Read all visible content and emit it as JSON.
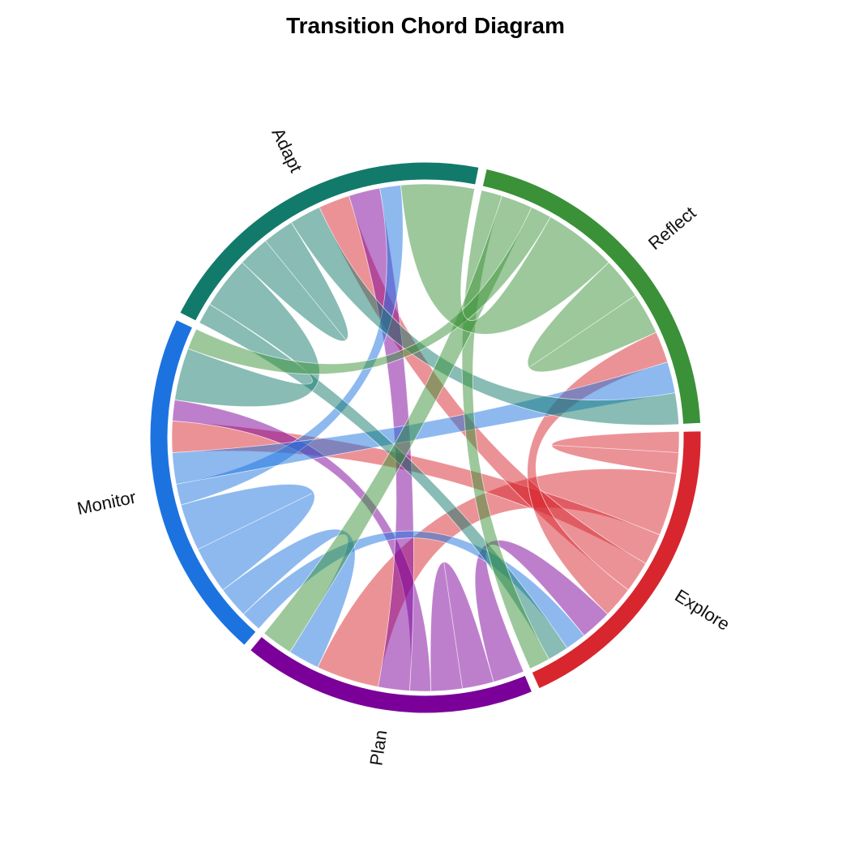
{
  "title": "Transition Chord Diagram",
  "chart_data": {
    "type": "chord",
    "nodes": [
      {
        "name": "Explore",
        "color": "#d7262e"
      },
      {
        "name": "Plan",
        "color": "#7b0099"
      },
      {
        "name": "Monitor",
        "color": "#1c73e0"
      },
      {
        "name": "Adapt",
        "color": "#127a6b"
      },
      {
        "name": "Reflect",
        "color": "#3a9138"
      }
    ],
    "matrix": [
      [
        4,
        6,
        3,
        3,
        3
      ],
      [
        3,
        6,
        2,
        3,
        0
      ],
      [
        2,
        3,
        9,
        2,
        3
      ],
      [
        2,
        0,
        5,
        6,
        3
      ],
      [
        2,
        3,
        2,
        7,
        8
      ]
    ]
  }
}
